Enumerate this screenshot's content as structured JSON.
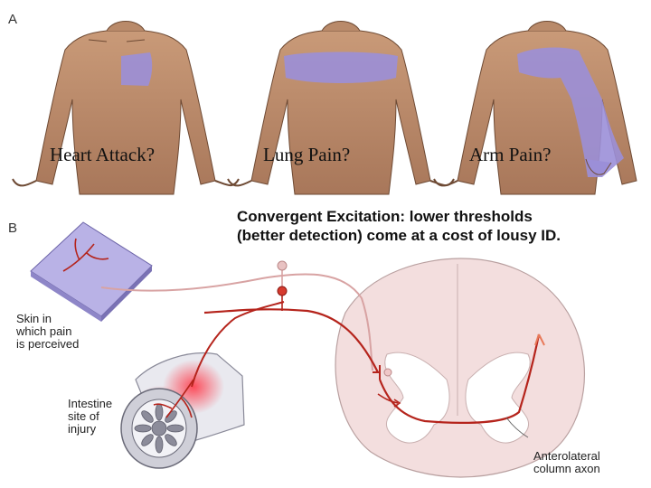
{
  "panel_a": {
    "letter": "A",
    "captions": [
      "Heart Attack?",
      "Lung Pain?",
      "Arm Pain?"
    ]
  },
  "panel_b": {
    "letter": "B",
    "title_line1": "Convergent Excitation:  lower thresholds",
    "title_line2": "(better detection) come at a cost of lousy ID.",
    "skin_label": [
      "Skin in",
      "which pain",
      "is perceived"
    ],
    "intestine_label": [
      "Intestine",
      "site of",
      "injury"
    ],
    "axon_label": [
      "Anterolateral",
      "column axon"
    ]
  },
  "colors": {
    "skin_tone": "#b98a6a",
    "pain_region": "#9b8fd8",
    "nerve_red": "#b5241c",
    "spinal_cord": "#f3dede",
    "grey_matter": "#ffffff"
  }
}
